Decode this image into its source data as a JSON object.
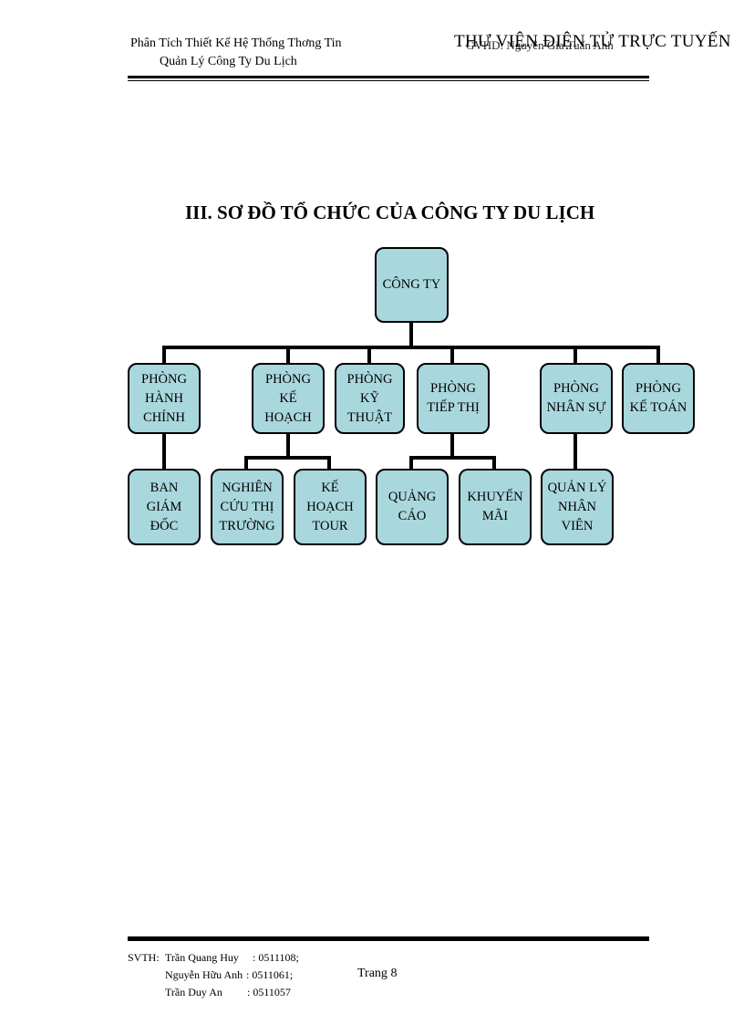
{
  "header": {
    "left_line1": "Phân Tích Thiết Kế Hệ Thống Thơng Tin",
    "left_line2": "Quản Lý Công Ty Du Lịch",
    "watermark": "THƯ VIỆN ĐIỆN TỬ TRỰC TUYẾN",
    "advisor": "GVHD: Nguyễn Gia Tuấn Anh"
  },
  "title": "III. SƠ ĐỒ TỔ CHỨC CỦA CÔNG TY DU LỊCH",
  "org_chart": {
    "root": {
      "lines": [
        "CÔNG TY"
      ]
    },
    "departments": [
      {
        "lines": [
          "PHÒNG",
          "HÀNH",
          "CHÍNH"
        ]
      },
      {
        "lines": [
          "PHÒNG",
          "KẾ",
          "HOẠCH"
        ]
      },
      {
        "lines": [
          "PHÒNG",
          "KỸ",
          "THUẬT"
        ]
      },
      {
        "lines": [
          "PHÒNG",
          "TIẾP THỊ"
        ]
      },
      {
        "lines": [
          "PHÒNG",
          "NHÂN SỰ"
        ]
      },
      {
        "lines": [
          "PHÒNG",
          "KẾ TOÁN"
        ]
      }
    ],
    "subunits": [
      {
        "lines": [
          "BAN",
          "GIÁM",
          "ĐỐC"
        ]
      },
      {
        "lines": [
          "NGHIÊN",
          "CỨU THỊ",
          "TRƯỜNG"
        ]
      },
      {
        "lines": [
          "KẾ",
          "HOẠCH",
          "TOUR"
        ]
      },
      {
        "lines": [
          "QUẢNG",
          "CÁO"
        ]
      },
      {
        "lines": [
          "KHUYẾN",
          "MÃI"
        ]
      },
      {
        "lines": [
          "QUẢN LÝ",
          "NHÂN",
          "VIÊN"
        ]
      }
    ]
  },
  "footer": {
    "svth_label": "SVTH:",
    "students": [
      {
        "name": "Trần Quang Huy",
        "id": ": 0511108;"
      },
      {
        "name": "Nguyễn Hữu Anh",
        "id": ": 0511061;"
      },
      {
        "name": "Trần Duy An",
        "id": ": 0511057"
      }
    ],
    "page_label": "Trang",
    "page_number": "8"
  }
}
